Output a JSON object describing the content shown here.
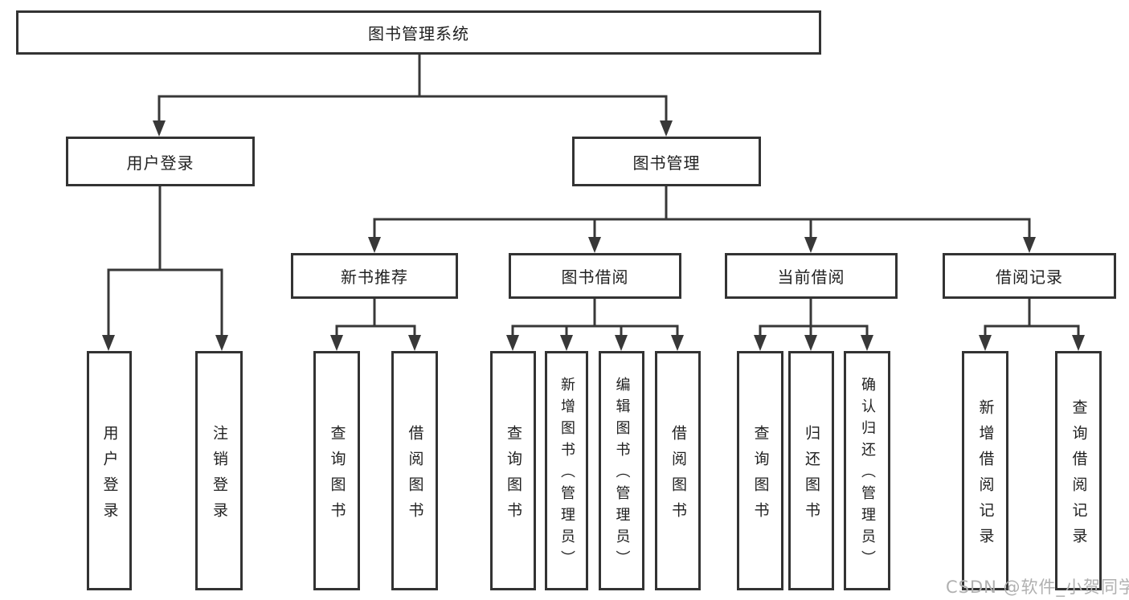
{
  "diagram": {
    "title": "图书管理系统",
    "level2": [
      {
        "label": "用户登录"
      },
      {
        "label": "图书管理"
      }
    ],
    "level3": [
      {
        "label": "新书推荐"
      },
      {
        "label": "图书借阅"
      },
      {
        "label": "当前借阅"
      },
      {
        "label": "借阅记录"
      }
    ],
    "leaves": {
      "user_login": [
        "用户登录",
        "注销登录"
      ],
      "new_book_recommend": [
        "查询图书",
        "借阅图书"
      ],
      "book_borrow": [
        "查询图书",
        "新增图书（管理员）",
        "编辑图书（管理员）",
        "借阅图书"
      ],
      "current_borrow": [
        "查询图书",
        "归还图书",
        "确认归还（管理员）"
      ],
      "borrow_records": [
        "新增借阅记录",
        "查询借阅记录"
      ]
    }
  },
  "watermark": "CSDN @软件_小贺同学",
  "colors": {
    "line": "#383838",
    "box_border": "#333333",
    "box_fill": "#ffffff",
    "text": "#212121",
    "watermark": "#b0b0b0",
    "background": "#ffffff"
  }
}
